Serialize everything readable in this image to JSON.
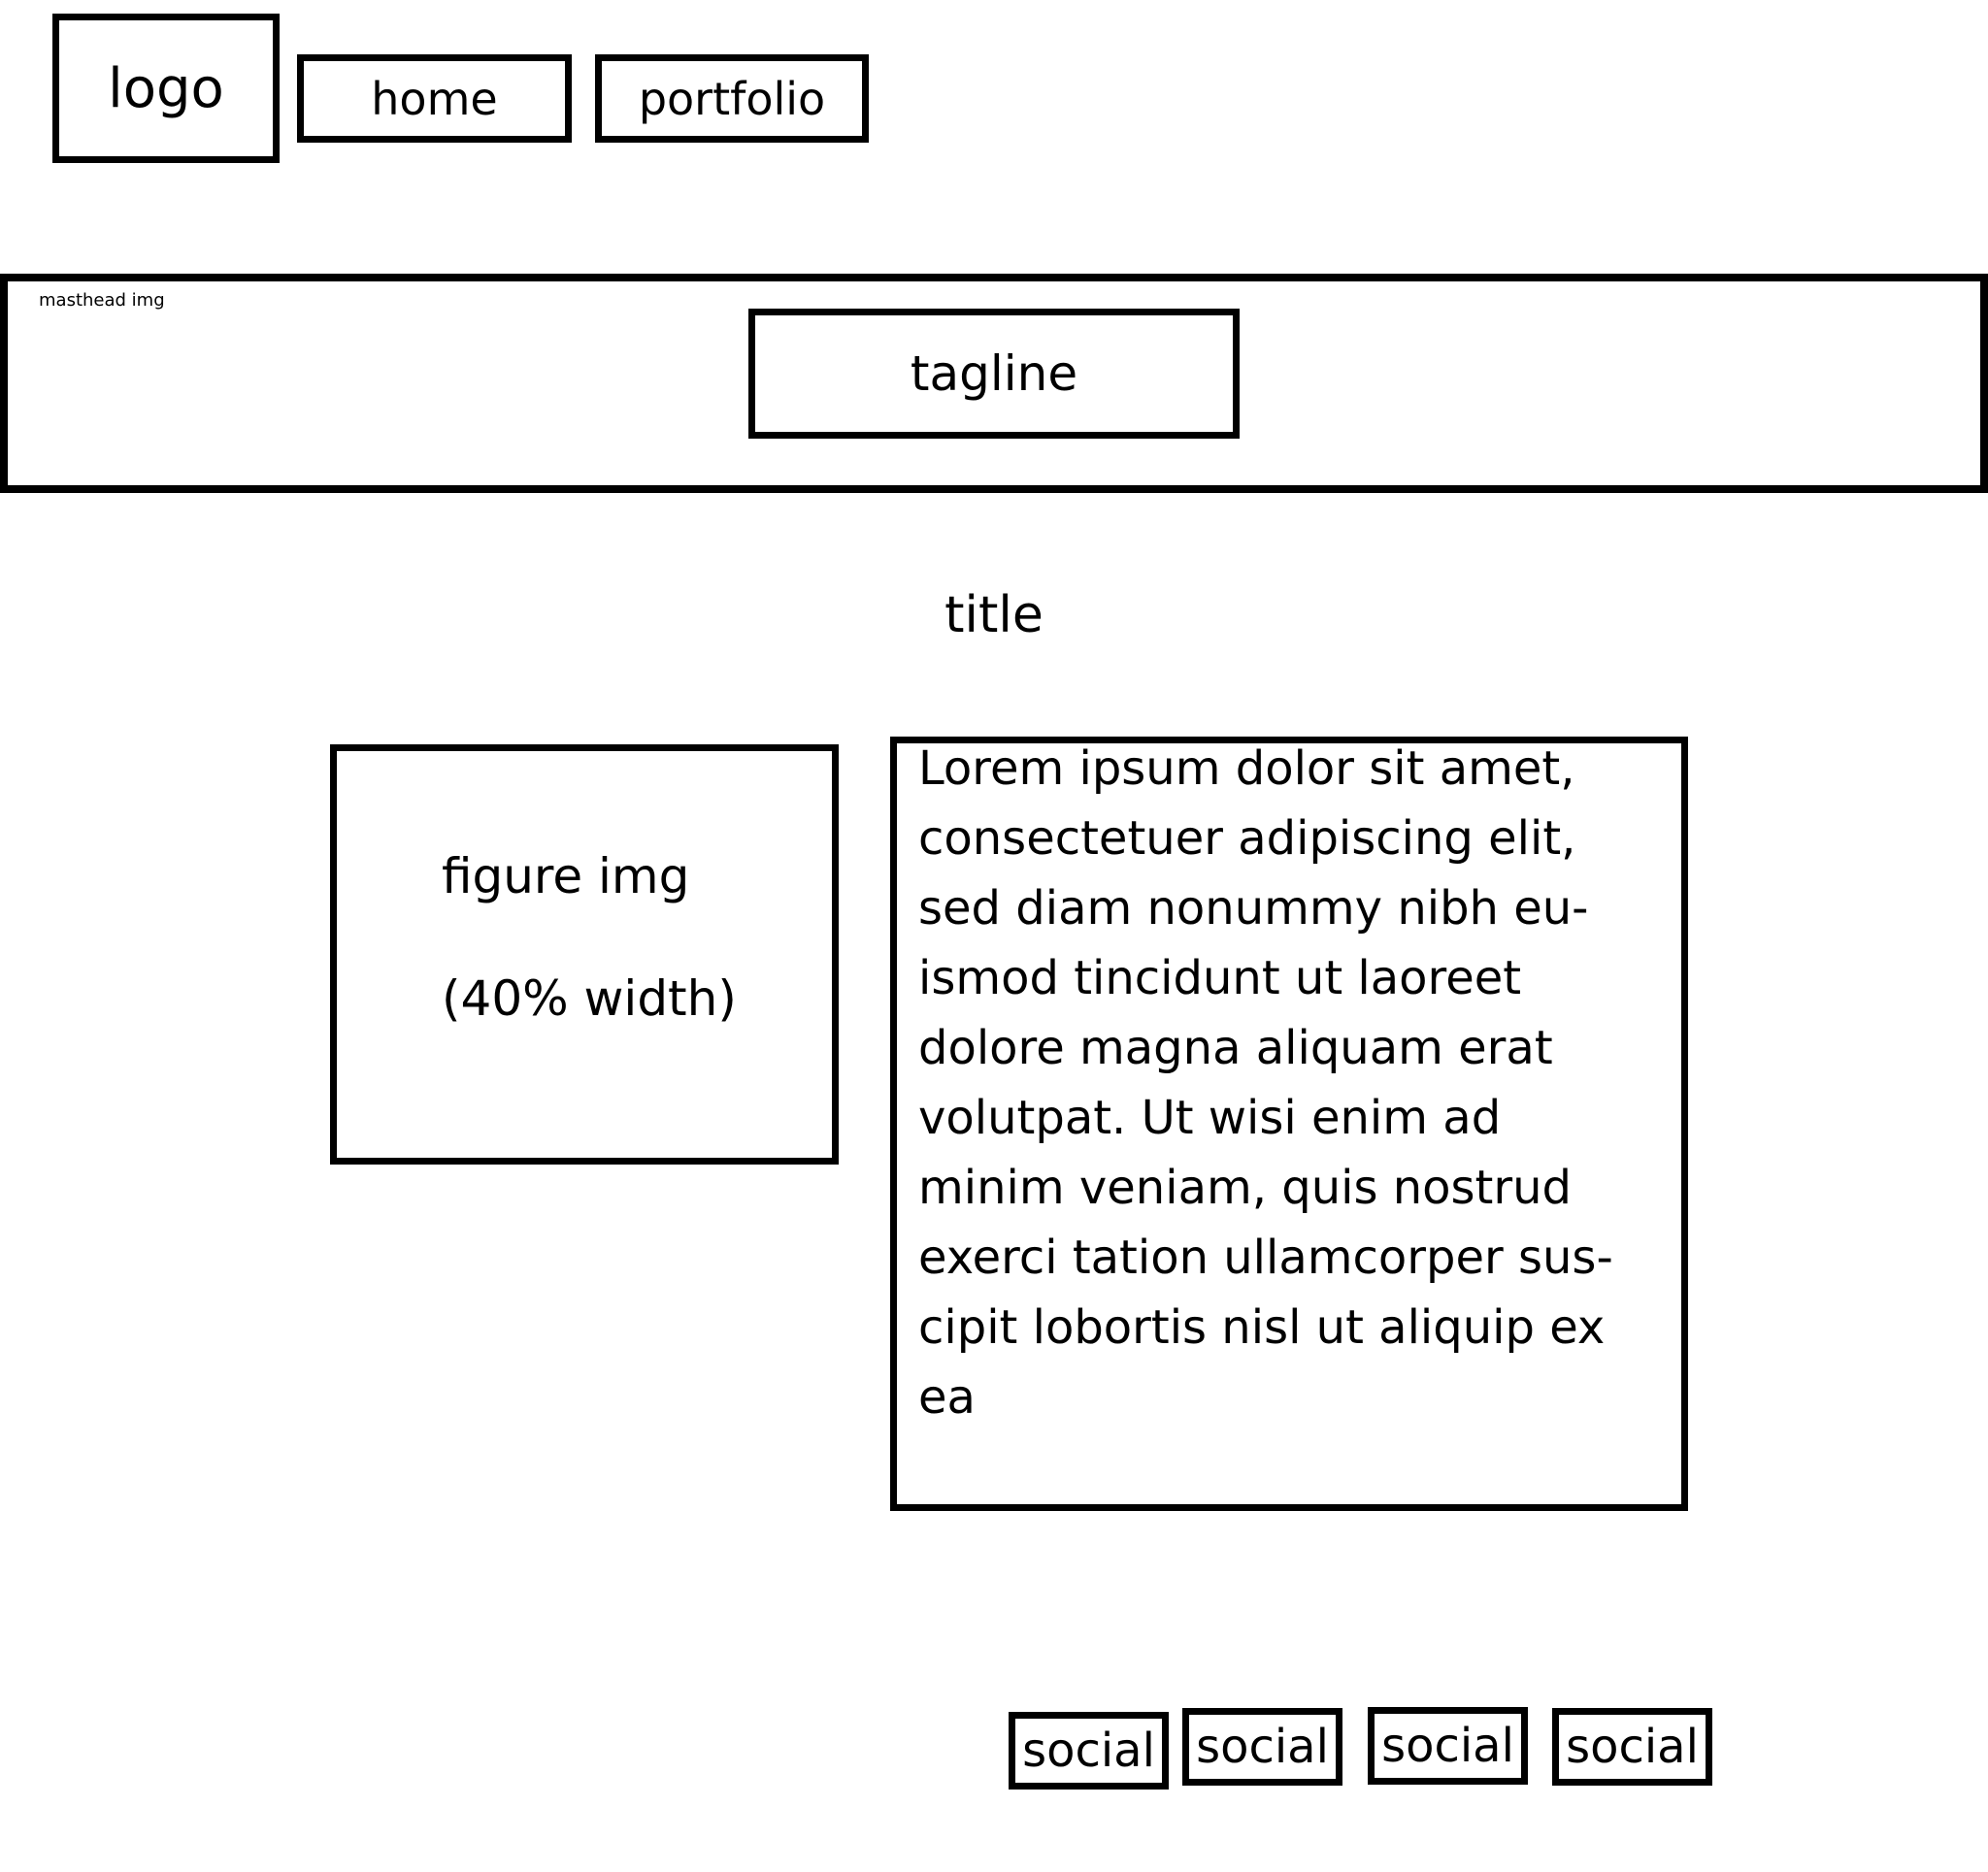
{
  "header": {
    "logo": "logo",
    "nav": {
      "home": "home",
      "portfolio": "portfolio"
    }
  },
  "masthead": {
    "label": "masthead img",
    "tagline": "tagline"
  },
  "main": {
    "title": "title",
    "figure": {
      "line1": "figure img",
      "line2": "(40% width)"
    },
    "body_lines": [
      "Lorem ipsum dolor sit amet,",
      "consectetuer adipiscing elit,",
      "sed diam nonummy nibh eu-",
      "ismod tincidunt ut laoreet",
      "dolore magna aliquam erat",
      "volutpat. Ut wisi enim ad",
      "minim veniam, quis nostrud",
      "exerci tation ullamcorper sus-",
      "cipit lobortis nisl ut aliquip ex",
      "ea"
    ]
  },
  "footer": {
    "social": [
      "social",
      "social",
      "social",
      "social"
    ]
  }
}
